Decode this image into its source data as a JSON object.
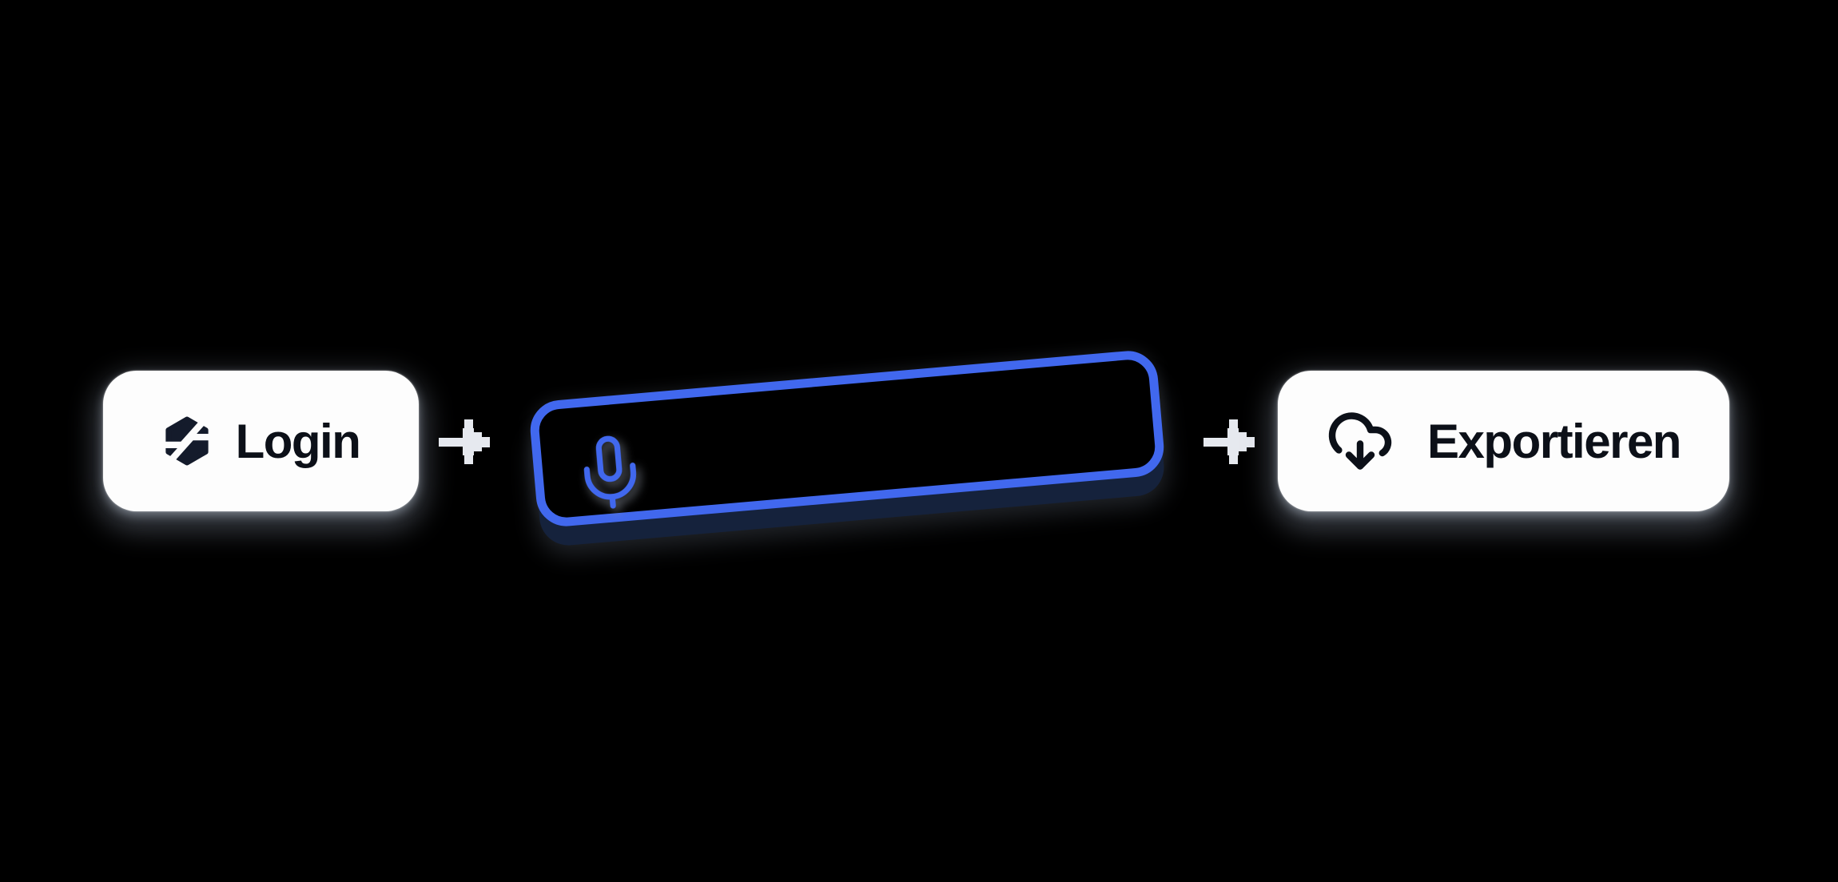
{
  "diagram": {
    "description": "three-step voice workflow",
    "background_color": "#000000",
    "steps": [
      {
        "id": "login",
        "type": "button",
        "label": "Login",
        "icon": "s-hexagon-logo"
      },
      {
        "id": "record",
        "type": "voice-input",
        "icon": "microphone"
      },
      {
        "id": "export",
        "type": "button",
        "label": "Exportieren",
        "icon": "cloud-download"
      }
    ],
    "connectors": [
      {
        "icon": "arrow-right"
      },
      {
        "icon": "arrow-right"
      }
    ],
    "colors": {
      "button_background": "#fdfdfd",
      "button_text": "#0c1018",
      "logo_navy": "#141b2b",
      "accent_blue": "#4168ee",
      "panel_depth_navy": "#15223c",
      "arrow_gray": "#e6e9ef"
    }
  }
}
